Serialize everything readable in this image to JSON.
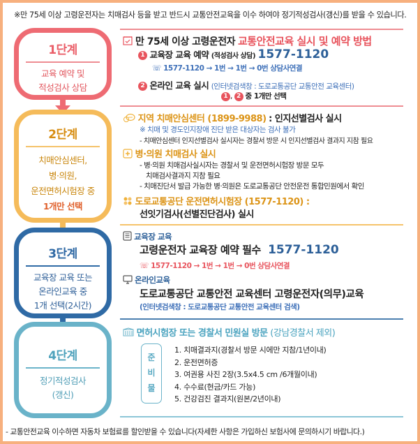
{
  "top_note": "※만 75세 이상 고령운전자는 치매검사 등을 받고 반드시 교통안전교육을 이수 하여야 정기적성검사(갱신)를 받을 수 있습니다.",
  "bottom_note": "- 교통안전교육 이수하면 자동차 보험료를 할인받을 수 있습니다(자세한 사항은 가입하신 보험사에 문의하시기 바랍니다.)",
  "stages": [
    {
      "title": "1단계",
      "desc": [
        "교육 예약 및",
        "적성검사 상담"
      ],
      "color": "#ee6b73"
    },
    {
      "title": "2단계",
      "desc": [
        "치매안심센터,",
        "병·의원,",
        "운전면허시험장 중"
      ],
      "highlight": "1개만 선택",
      "color": "#f5bb5a"
    },
    {
      "title": "3단계",
      "desc": [
        "교육장 교육 또는",
        "온라인교육 중",
        "1개 선택(2시간)"
      ],
      "color": "#2f6aa5"
    },
    {
      "title": "4단계",
      "desc": [
        "정기적성검사",
        "(갱신)"
      ],
      "color": "#6ab3c9"
    }
  ],
  "step1": {
    "heading_prefix": "만 75세 이상 고령운전자",
    "heading_accent": "교통안전교육 실시 및 예약 방법",
    "option1_num": "1",
    "option1_label": "교육장 교육 예약",
    "option1_sub": "(적성검사 상담)",
    "option1_phone": "1577-1120",
    "option1_path": "1577-1120 → 1번 → 1번 → 0번 상담사연결",
    "option2_num": "2",
    "option2_label": "온라인 교육 실시",
    "option2_sub": "(인터넷검색창 : 도로교통공단 교통안전 교육센터)",
    "choose_nums": [
      "1",
      "2"
    ],
    "choose_text": "중 1개만 선택"
  },
  "step2": {
    "center_title": "지역 치매안심센터 (1899-9988)",
    "center_action": ": 인지선별검사 실시",
    "center_note": "※ 치매 및 경도인지장애 진단 받은 대상자는 검사 불가",
    "center_bullet": "- 치매안심센터 인지선별검사 실시자는 경찰서 방문 시 인지선별검사 결과지 지참 필요",
    "hospital_title": "병·의원 치매검사 실시",
    "hospital_bullet1a": "- 병·의원 치매검사실시자는 경찰서 및 운전면허시험장 방문 모두",
    "hospital_bullet1b": "치매검사결과지 지참 필요",
    "hospital_bullet2": "- 치매진단서 발급 가능한 병·의원은 도로교통공단 안전운전 통합민원에서 확인",
    "exam_title": "도로교통공단 운전면허시험장 (1577-1120) :",
    "exam_action": "선잇기검사(선별진단검사) 실시"
  },
  "step3": {
    "offline_label": "교육장 교육",
    "offline_text": "고령운전자 교육장 예약 필수",
    "offline_phone": "1577-1120",
    "offline_path": "1577-1120 → 1번 → 1번 → 0번 상담사연결",
    "online_label": "온라인교육",
    "online_text": "도로교통공단 교통안전 교육센터 고령운전자(의무)교육",
    "online_sub": "(인터넷검색창 : 도로교통공단 교통안전 교육센터 검색)"
  },
  "step4": {
    "visit_title": "면허시험장 또는 경찰서 민원실 방문",
    "visit_sub": "(강남경찰서 제외)",
    "prep_label": [
      "준",
      "비",
      "물"
    ],
    "prep_items": [
      "1. 치매결과지(경찰서 방문 시에만 지참/1년이내)",
      "2. 운전면허증",
      "3. 여권용 사진 2장(3.5x4.5 cm /6개월이내)",
      "4. 수수료(현금/카드 가능)",
      "5. 건강검진 결과지(원본/2년이내)"
    ]
  },
  "icons": {
    "calendar": "calendar-icon",
    "phone": "phone-icon",
    "chat": "chat-bubble-icon",
    "hospital": "hospital-cross-icon",
    "puzzle": "puzzle-icon",
    "book": "book-icon",
    "monitor": "monitor-icon",
    "building": "building-icon"
  },
  "colors": {
    "border": "#f7b07e",
    "step1": "#ee6b73",
    "step2": "#f5bb5a",
    "step3": "#2f6aa5",
    "step4": "#6ab3c9",
    "accent_red": "#e8545d",
    "accent_blue": "#3d6fb8"
  }
}
